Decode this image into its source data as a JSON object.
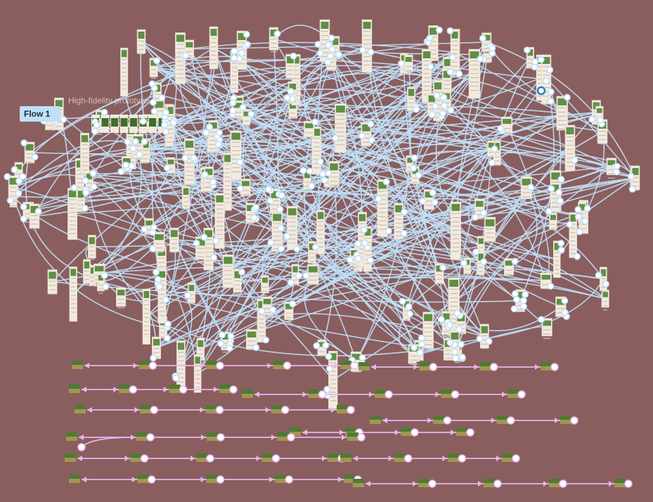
{
  "canvas": {
    "background": "#8a5e5e",
    "flow_label": "Flow 1",
    "frame_caption": "High-fidelity prototype"
  },
  "colors": {
    "connector": "#bfe0f7",
    "connector_dot": "#ffffff",
    "pink_connector": "#e8b6ee",
    "screen_bg": "#f2eadf",
    "screen_photo": "#5f8f44",
    "start_marker": "#1d7fd4"
  },
  "icons": {
    "connector_endpoint": "circle-dot-icon",
    "arrow": "arrowhead-icon",
    "flow_start": "flow-start-icon"
  },
  "flows": {
    "main_flow_name": "Flow 1",
    "secondary_flow_rows": 11
  }
}
